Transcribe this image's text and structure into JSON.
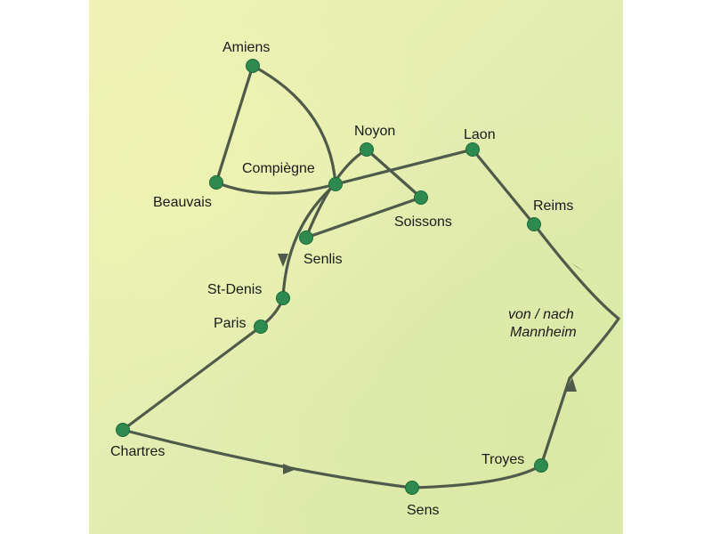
{
  "cities": [
    {
      "id": "amiens",
      "name": "Amiens"
    },
    {
      "id": "beauvais",
      "name": "Beauvais"
    },
    {
      "id": "compiegne",
      "name": "Compiègne"
    },
    {
      "id": "noyon",
      "name": "Noyon"
    },
    {
      "id": "laon",
      "name": "Laon"
    },
    {
      "id": "soissons",
      "name": "Soissons"
    },
    {
      "id": "senlis",
      "name": "Senlis"
    },
    {
      "id": "reims",
      "name": "Reims"
    },
    {
      "id": "st-denis",
      "name": "St-Denis"
    },
    {
      "id": "paris",
      "name": "Paris"
    },
    {
      "id": "chartres",
      "name": "Chartres"
    },
    {
      "id": "sens",
      "name": "Sens"
    },
    {
      "id": "troyes",
      "name": "Troyes"
    }
  ],
  "connection": {
    "line1": "von / nach",
    "line2": "Mannheim"
  },
  "colors": {
    "route": "#4f5a4a",
    "city_marker": "#2e8a4f",
    "background": "#e4edb2"
  }
}
